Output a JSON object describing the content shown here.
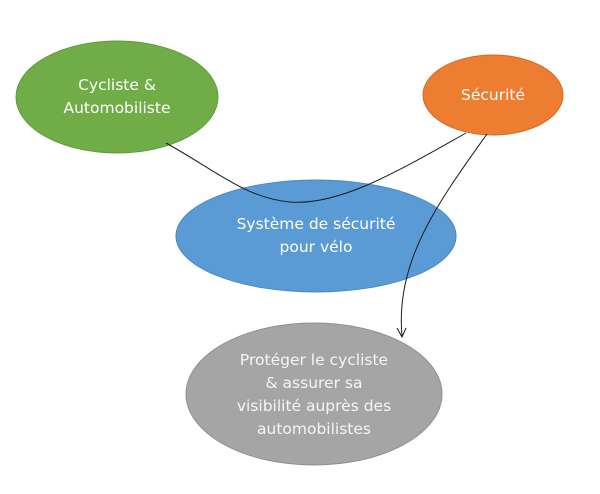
{
  "diagram": {
    "nodes": [
      {
        "id": "users",
        "lines": [
          "Cycliste &",
          "Automobiliste"
        ],
        "color": "#70ad47",
        "border": "#5f9a3a"
      },
      {
        "id": "security",
        "lines": [
          "Sécurité"
        ],
        "color": "#ed7d31",
        "border": "#d06a24"
      },
      {
        "id": "system",
        "lines": [
          "Système de sécurité",
          "pour vélo"
        ],
        "color": "#5b9bd5",
        "border": "#4a87bf"
      },
      {
        "id": "goal",
        "lines": [
          "Protéger le cycliste",
          "& assurer sa",
          "visibilité auprès des",
          "automobilistes"
        ],
        "color": "#a5a5a5",
        "border": "#8f8f8f"
      }
    ],
    "edges": [
      {
        "from": "users",
        "to": "security",
        "arrow": false
      },
      {
        "from": "security",
        "to": "goal",
        "arrow": true
      }
    ],
    "line_color": "#1a1a1a"
  }
}
